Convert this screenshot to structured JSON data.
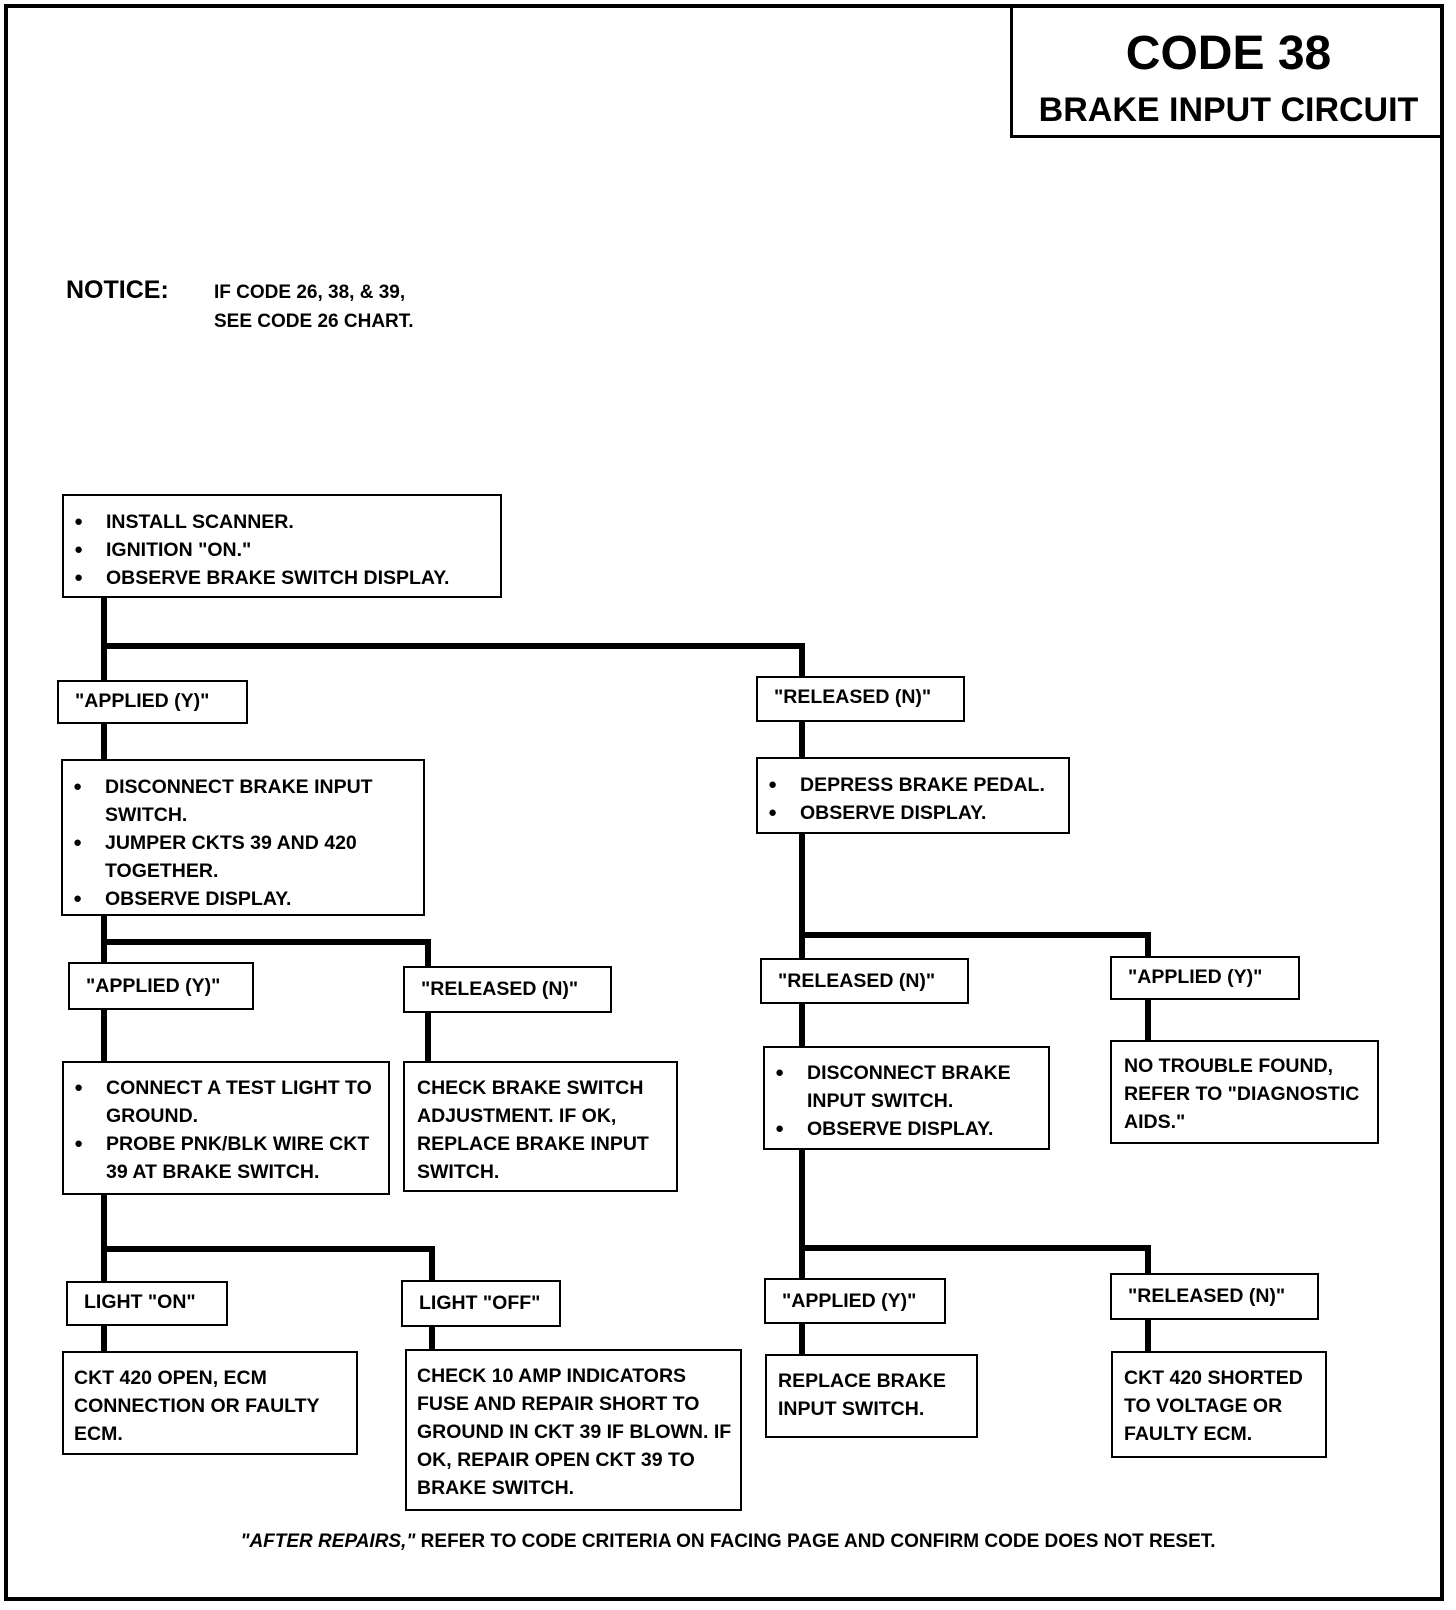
{
  "header": {
    "code": "CODE 38",
    "subtitle": "BRAKE INPUT CIRCUIT"
  },
  "notice": {
    "label": "NOTICE:",
    "line1": "IF CODE 26, 38, & 39,",
    "line2": "SEE CODE 26 CHART."
  },
  "steps": {
    "start": [
      "INSTALL SCANNER.",
      "IGNITION \"ON.\"",
      "OBSERVE BRAKE SWITCH DISPLAY."
    ],
    "left_test": [
      "DISCONNECT BRAKE INPUT SWITCH.",
      "JUMPER CKTS 39 AND 420 TOGETHER.",
      "OBSERVE DISPLAY."
    ],
    "right_test": [
      "DEPRESS BRAKE PEDAL.",
      "OBSERVE DISPLAY."
    ],
    "test_light": [
      "CONNECT A TEST LIGHT TO GROUND.",
      "PROBE PNK/BLK WIRE CKT 39 AT BRAKE SWITCH."
    ],
    "check_switch": "CHECK BRAKE SWITCH ADJUSTMENT.  IF OK, REPLACE BRAKE INPUT SWITCH.",
    "disconnect_switch": [
      "DISCONNECT BRAKE INPUT SWITCH.",
      "OBSERVE DISPLAY."
    ],
    "no_trouble": "NO TROUBLE FOUND, REFER TO \"DIAGNOSTIC AIDS.\"",
    "ckt420_open": "CKT 420 OPEN, ECM CONNECTION OR FAULTY ECM.",
    "check_fuse": "CHECK 10 AMP INDICATORS FUSE AND REPAIR SHORT TO GROUND IN CKT 39 IF BLOWN. IF OK, REPAIR OPEN CKT 39 TO BRAKE SWITCH.",
    "replace_switch": "REPLACE BRAKE INPUT SWITCH.",
    "ckt420_shorted": "CKT 420 SHORTED TO VOLTAGE OR FAULTY ECM."
  },
  "labels": {
    "applied": "\"APPLIED (Y)\"",
    "released": "\"RELEASED (N)\"",
    "light_on": "LIGHT \"ON\"",
    "light_off": "LIGHT \"OFF\""
  },
  "footer": {
    "emphasis": "\"AFTER REPAIRS,\"",
    "text": " REFER TO CODE CRITERIA ON FACING PAGE AND CONFIRM CODE DOES NOT RESET."
  }
}
